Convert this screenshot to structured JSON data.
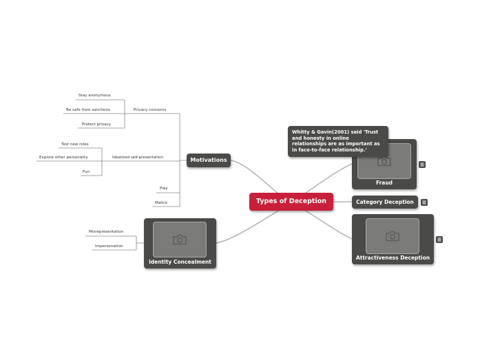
{
  "central": {
    "label": "Types of Deception"
  },
  "motivations": {
    "label": "Motivations",
    "privacy": {
      "label": "Privacy concerns",
      "items": [
        "Stay anonymous",
        "Be safe from sanctions",
        "Protect privacy"
      ]
    },
    "idealized": {
      "label": "Idealized self-presentation",
      "items": [
        "Test new roles",
        "Explore other personality",
        "Fun"
      ]
    },
    "play": "Play",
    "malice": "Malice"
  },
  "identity": {
    "label": "Identity Concealment",
    "items": [
      "Misrepresentation",
      "Impersonation"
    ]
  },
  "fraud": {
    "label": "Fraud"
  },
  "category_deception": {
    "label": "Category Deception"
  },
  "attractiveness": {
    "label": "Attractiveness Deception"
  },
  "callout": {
    "text": "Whitty & Gavin(2001) said 'Trust and honesty in online relationships are as important as in face-to-face relationship.'"
  },
  "colors": {
    "central": "#c8203a",
    "node": "#4a4a48",
    "connector": "#b5b5b5",
    "branch_line": "#888888"
  },
  "icons": {
    "image_placeholder": "camera-icon",
    "note": "notes-icon"
  }
}
